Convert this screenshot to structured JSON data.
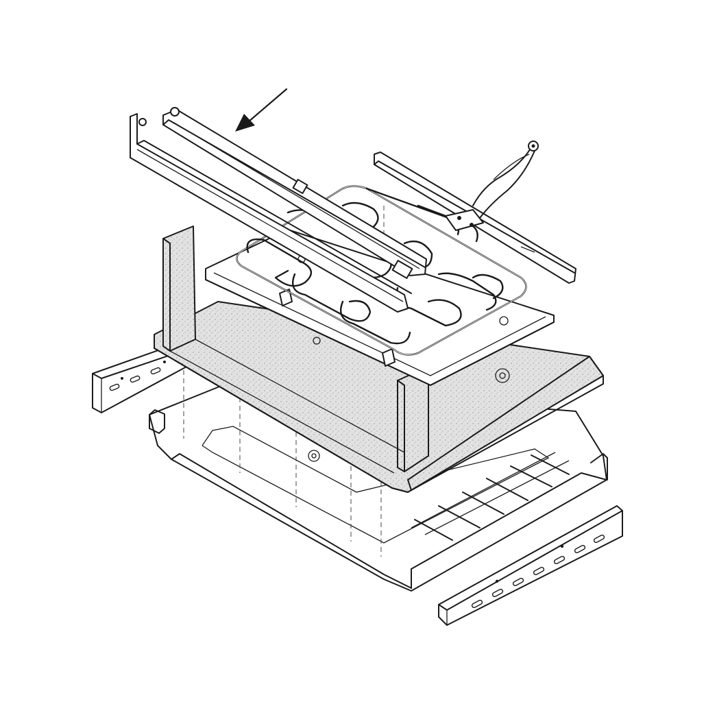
{
  "diagram": {
    "style": "exploded isometric line drawing",
    "colors": {
      "background": "#ffffff",
      "line": "#1a1a1a",
      "insulation": "#dcdcdc"
    },
    "parts": [
      {
        "id": "indicator-arrow",
        "icon": "arrow-icon"
      },
      {
        "id": "heat-shield-bracket"
      },
      {
        "id": "element-retainer-rail"
      },
      {
        "id": "right-wire-bracket"
      },
      {
        "id": "lead-wires"
      },
      {
        "id": "bake-heating-element"
      },
      {
        "id": "element-tray"
      },
      {
        "id": "insulation-pad"
      },
      {
        "id": "left-side-bracket"
      },
      {
        "id": "oven-bottom-panel"
      },
      {
        "id": "front-rail-bracket"
      }
    ]
  }
}
